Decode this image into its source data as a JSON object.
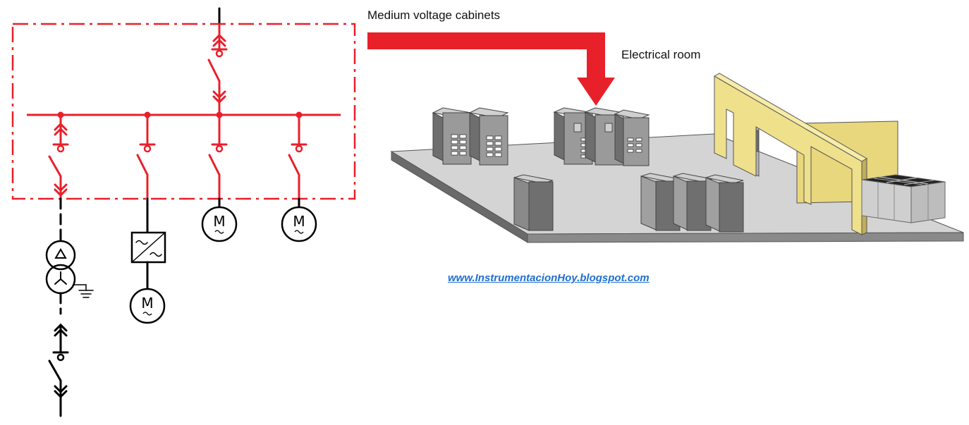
{
  "labels": {
    "medium_voltage": "Medium voltage cabinets",
    "electrical_room": "Electrical room",
    "website": "www.InstrumentacionHoy.blogspot.com"
  },
  "motor_symbol": "M",
  "colors": {
    "red": "#e8202a",
    "black": "#000000",
    "floor": "#d4d4d4",
    "cabinet": "#9a9a9a",
    "wall": "#efe08c",
    "link": "#1f6fd1"
  },
  "icons": [
    "disconnect-switch-icon",
    "transformer-icon",
    "vfd-icon",
    "motor-icon",
    "ground-icon",
    "arrow-icon"
  ]
}
